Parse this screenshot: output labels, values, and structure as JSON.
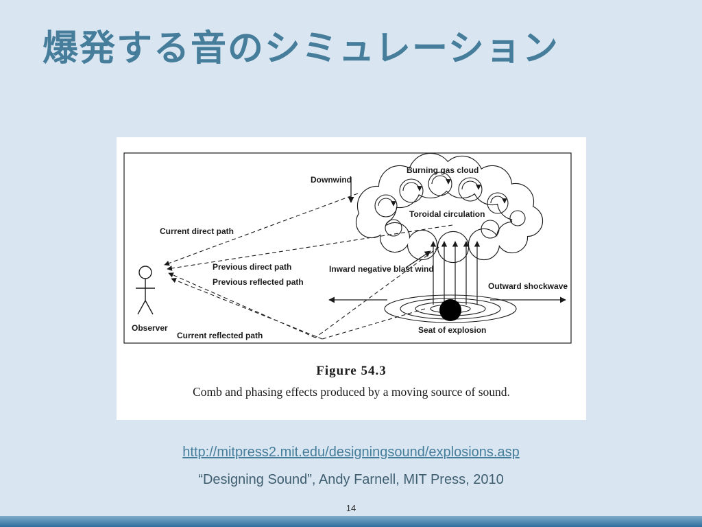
{
  "slide": {
    "title": "爆発する音のシミュレーション",
    "source_link": "http://mitpress2.mit.edu/designingsound/explosions.asp",
    "citation": "“Designing Sound”, Andy Farnell, MIT Press, 2010",
    "page_number": "14"
  },
  "figure": {
    "caption_title": "Figure 54.3",
    "caption_text": "Comb and phasing effects produced by a moving source of sound.",
    "labels": {
      "downwind": "Downwind",
      "burning_gas_cloud": "Burning gas cloud",
      "toroidal_circulation": "Toroidal circulation",
      "current_direct_path": "Current direct path",
      "previous_direct_path": "Previous direct path",
      "previous_reflected_path": "Previous reflected path",
      "inward_negative_blast_wind": "Inward negative blast wind",
      "outward_shockwave": "Outward shockwave",
      "observer": "Observer",
      "current_reflected_path": "Current reflected path",
      "seat_of_explosion": "Seat of explosion"
    }
  },
  "colors": {
    "background": "#d9e6f1",
    "title": "#457d9b",
    "link": "#457d9b",
    "citation": "#3f5e70",
    "page_number": "#333333",
    "footer_top": "#7fabc9",
    "footer_bottom": "#2f6f9f",
    "figure_ink": "#1a1a1a"
  }
}
